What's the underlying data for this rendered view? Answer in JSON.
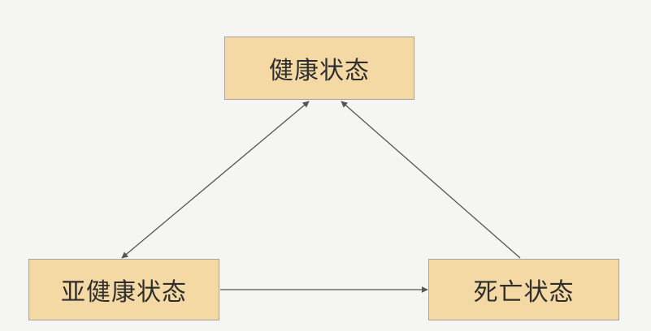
{
  "nodes": {
    "healthy": "健康状态",
    "subhealthy": "亚健康状态",
    "dead": "死亡状态"
  },
  "edges": [
    {
      "from": "healthy",
      "to": "subhealthy",
      "direction": "both"
    },
    {
      "from": "subhealthy",
      "to": "dead",
      "direction": "forward"
    },
    {
      "from": "dead",
      "to": "healthy",
      "direction": "forward"
    }
  ],
  "colors": {
    "background": "#f5f5f3",
    "node_fill": "#f5d9a4",
    "node_border": "#a9a29a",
    "edge": "#555555",
    "text": "#2e2e2e"
  }
}
